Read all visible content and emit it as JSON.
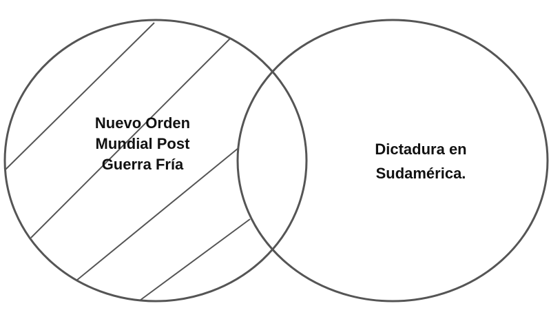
{
  "diagram": {
    "type": "venn",
    "stroke_color": "#555555",
    "background_color": "#ffffff",
    "text_color": "#111111",
    "sets": [
      {
        "id": "left",
        "label_lines": [
          "Nuevo Orden",
          "Mundial Post",
          "Guerra Fría"
        ],
        "fill_pattern": "diagonal-hatch"
      },
      {
        "id": "right",
        "label_lines": [
          "Dictadura en",
          "Sudamérica."
        ],
        "fill_pattern": "none"
      }
    ],
    "intersection_label": ""
  }
}
